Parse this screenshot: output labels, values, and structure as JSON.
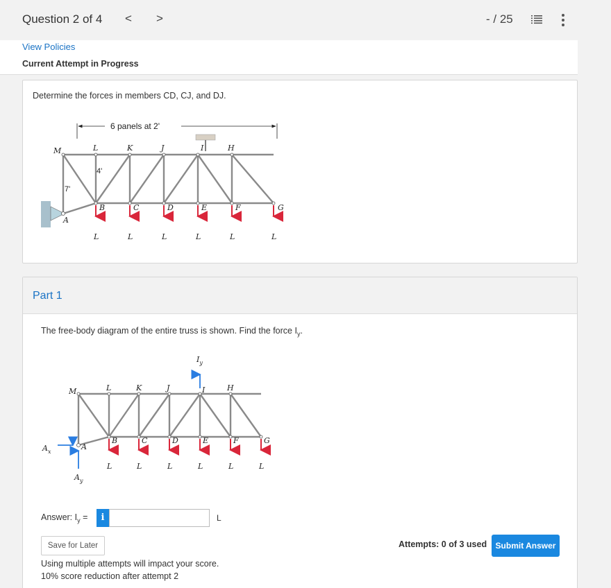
{
  "header": {
    "question_progress": "Question 2 of 4",
    "prev_label": "<",
    "next_label": ">",
    "score": "- / 25"
  },
  "info": {
    "policies_link": "View Policies",
    "attempt_status": "Current Attempt in Progress"
  },
  "question": {
    "text": "Determine the forces in members CD, CJ, and DJ.",
    "figure": {
      "dimension_label": "6 panels at 2'",
      "height_label": "7'",
      "depth_label": "4'",
      "top_nodes": [
        "M",
        "L",
        "K",
        "J",
        "I",
        "H"
      ],
      "bottom_nodes": [
        "A",
        "B",
        "C",
        "D",
        "E",
        "F",
        "G"
      ],
      "load_label": "L"
    }
  },
  "part1": {
    "title": "Part 1",
    "prompt": "The free-body diagram of the entire truss is shown. Find the force I",
    "prompt_sub": "y",
    "prompt_end": ".",
    "figure": {
      "reaction_iy": "I",
      "reaction_iy_sub": "y",
      "reaction_ax": "A",
      "reaction_ax_sub": "x",
      "reaction_ay": "A",
      "reaction_ay_sub": "y"
    },
    "answer_label": "Answer: I",
    "answer_label_sub": "y",
    "answer_label_end": " =",
    "info_button": "i",
    "answer_value": "",
    "unit": "L",
    "save_button": "Save for Later",
    "attempts": "Attempts: 0 of 3 used",
    "submit_button": "Submit Answer",
    "note_line1": "Using multiple attempts will impact your score.",
    "note_line2": "10% score reduction after attempt 2"
  },
  "colors": {
    "link": "#1a73c5",
    "primary_button": "#1a88e0",
    "load_arrow": "#d9263a",
    "reaction_arrow": "#2a7de1"
  }
}
